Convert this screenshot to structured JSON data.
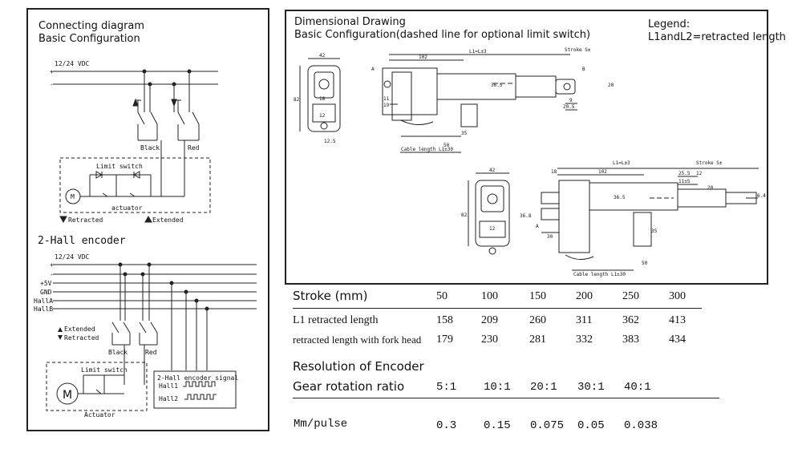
{
  "left_panel": {
    "title_line1": "Connecting diagram",
    "title_line2": "Basic Configuration",
    "basic": {
      "supply_label": "12/24 VDC",
      "plus": "+",
      "minus": "-",
      "black_label": "Black",
      "red_label": "Red",
      "limit_switch_label": "Limit switch",
      "motor_label": "M",
      "actuator_label": "actuator",
      "retracted_label": "Retracted",
      "extended_label": "Extended"
    },
    "hall": {
      "title": "2-Hall encoder",
      "supply_label": "12/24 VDC",
      "plus": "+",
      "minus": "-",
      "rails": [
        "+5V",
        "GND",
        "HallA",
        "HallB"
      ],
      "extended_label": "Extended",
      "retracted_label": "Retracted",
      "black_label": "Black",
      "red_label": "Red",
      "limit_switch_label": "Limit switch",
      "motor_label": "M",
      "actuator_label": "Actuator",
      "signal_title": "2-Hall encoder signal",
      "hall1_label": "Hall1",
      "hall2_label": "Hall2"
    }
  },
  "right_panel": {
    "title_line1": "Dimensional Drawing",
    "title_line2": "Basic Configuration(dashed line for optional limit switch)",
    "legend_line1": "Legend:",
    "legend_line2": "L1andL2=retracted length",
    "drawing1": {
      "dim_42": "42",
      "dim_82": "82",
      "dim_18": "18",
      "dim_12": "12",
      "dim_12_5": "12.5",
      "dim_102": "102",
      "dim_l1": "L1=L±3",
      "stroke": "Stroke S± ",
      "dim_36_5": "36.5",
      "dim_9": "9",
      "dim_20_5": "20.5",
      "dim_20": "20",
      "dim_11": "11",
      "dim_19": "19",
      "dim_50": "50",
      "dim_35": "35",
      "box_a": "A",
      "box_b": "B",
      "cable": "Cable length L1±30"
    },
    "drawing2": {
      "dim_42": "42",
      "dim_82": "82",
      "dim_12": "12",
      "dim_36_8": "36.8",
      "dim_18": "18",
      "dim_102": "102",
      "dim_l1": "L1=L±3",
      "stroke": "Stroke S± ",
      "dim_36_5": "36.5",
      "dim_25_5": "25.5",
      "dim_12b": "12",
      "dim_11_5": "11±5",
      "dim_20": "20",
      "dim_6_4": "6.4",
      "dim_30": "30",
      "dim_50": "50",
      "dim_35": "35",
      "box_a": "A",
      "cable": "Cable length L1±30"
    }
  },
  "table": {
    "stroke_header": "Stroke (mm)",
    "strokes": [
      "50",
      "100",
      "150",
      "200",
      "250",
      "300"
    ],
    "l1_label": "L1 retracted length",
    "l1_values": [
      "158",
      "209",
      "260",
      "311",
      "362",
      "413"
    ],
    "fork_label": "retracted length with fork head",
    "fork_values": [
      "179",
      "230",
      "281",
      "332",
      "383",
      "434"
    ],
    "resolution_title": "Resolution of Encoder",
    "gear_label": "Gear rotation ratio",
    "gear_values": [
      "5:1",
      "10:1",
      "20:1",
      "30:1",
      "40:1"
    ],
    "mm_label": "Mm/pulse",
    "mm_values": [
      "0.3",
      "0.15",
      "0.075",
      "0.05",
      "0.038"
    ]
  }
}
